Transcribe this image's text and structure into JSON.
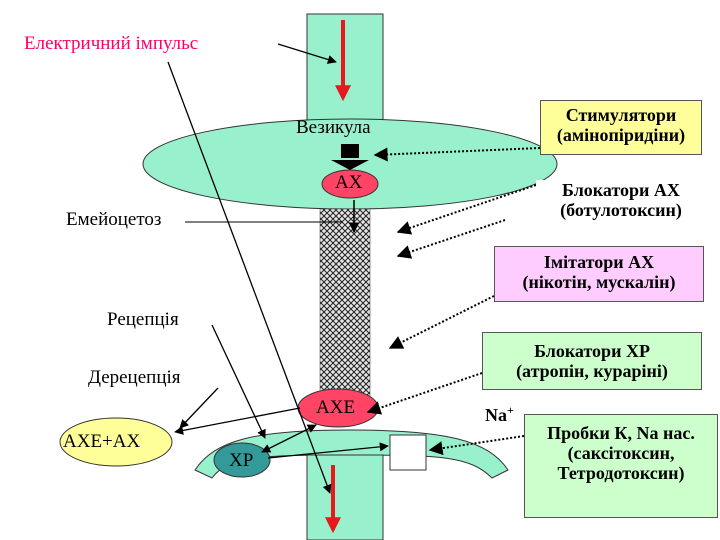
{
  "labels": {
    "impulse": "Електричний імпульс",
    "vesicle": "Везикула",
    "ach": "АХ",
    "exocytosis": "Емейоцетоз",
    "reception": "Рецепція",
    "dereception": "Дерецепція",
    "ache_ach": "АХЕ+АХ",
    "ache": "АХЕ",
    "receptor": "ХР",
    "na_ion": "Na",
    "na_charge": "+"
  },
  "boxes": {
    "stimulators": [
      "Стимулятори",
      "(амінопіридіни)"
    ],
    "ach_blockers": [
      "Блокатори АХ",
      "(ботулотоксин)"
    ],
    "ach_imitators": [
      "Імітатори АХ",
      "(нікотін, мускалін)"
    ],
    "cr_blockers": [
      "Блокатори ХР",
      "(атропін, курарінi)"
    ],
    "channel_blockers": [
      "Пробки К, Na нас.",
      "(саксітоксин,",
      "Тетродотоксин)"
    ]
  },
  "colors": {
    "mint": "#99f0cc",
    "pale_green": "#ccffcc",
    "pink": "#ffccff",
    "light_yellow": "#ffff99",
    "teal": "#339999",
    "red": "#e8191c",
    "magenta_label": "#ff0066"
  }
}
